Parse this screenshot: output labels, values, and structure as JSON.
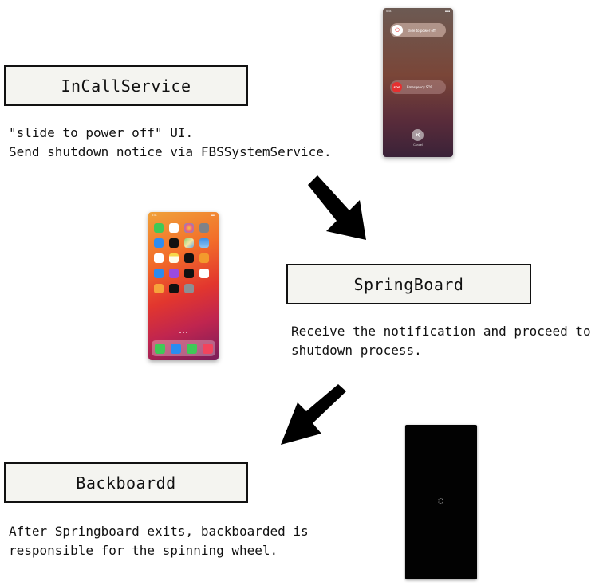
{
  "nodes": [
    {
      "label": "InCallService",
      "description": [
        "\"slide to power off\" UI.",
        "Send shutdown notice via FBSSystemService."
      ]
    },
    {
      "label": "SpringBoard",
      "description": [
        "Receive the notification and proceed to",
        "shutdown process."
      ]
    },
    {
      "label": "Backboardd",
      "description": [
        "After Springboard exits, backboarded is",
        "responsible for the spinning wheel."
      ]
    }
  ],
  "screens": {
    "power_off": {
      "slider_text": "slide to power off",
      "sos_badge": "SOS",
      "sos_text": "Emergency SOS",
      "cancel_text": "Cancel"
    },
    "home": {
      "icons": [
        "app-icon",
        "calendar-icon",
        "photos-icon",
        "camera-icon",
        "mail-icon",
        "clock-icon",
        "maps-icon",
        "weather-icon",
        "reminders-icon",
        "notes-icon",
        "stocks-icon",
        "books-icon",
        "app-store-icon",
        "podcasts-icon",
        "tv-icon",
        "health-icon",
        "home-icon",
        "wallet-icon",
        "settings-icon"
      ],
      "dock": [
        "phone-icon",
        "safari-icon",
        "messages-icon",
        "music-icon"
      ]
    },
    "shutdown": {
      "spinner": "spinning-wheel-icon"
    }
  },
  "colors": {
    "box_fill": "#f4f4f0",
    "box_border": "#111111",
    "arrow": "#000000"
  }
}
